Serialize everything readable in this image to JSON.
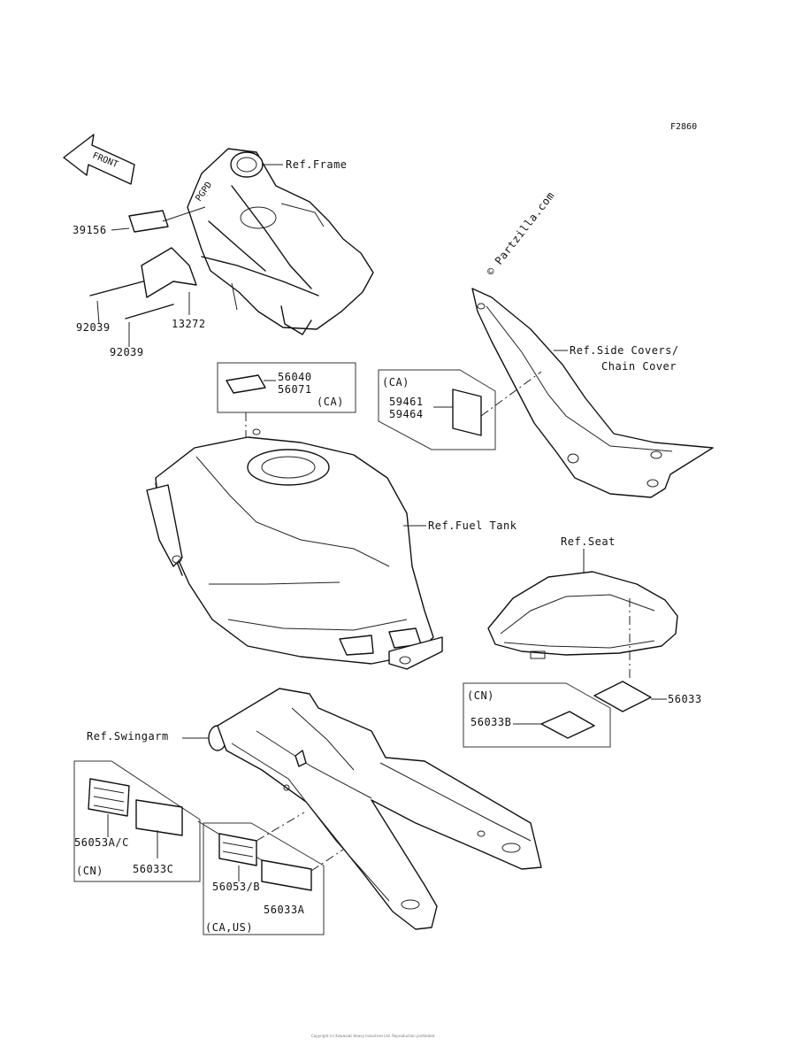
{
  "figure_code": "F2860",
  "watermark": "© Partzilla.com",
  "front_arrow": "FRONT",
  "frame_tag": "PGPD",
  "labels": {
    "ref_frame": "Ref.Frame",
    "part_39156": "39156",
    "part_92039_a": "92039",
    "part_92039_b": "92039",
    "part_13272": "13272",
    "part_56040": "56040",
    "part_56071": "56071",
    "ca_1": "(CA)",
    "ca_2": "(CA)",
    "part_59461": "59461",
    "part_59464": "59464",
    "ref_side_covers": "Ref.Side Covers/",
    "chain_cover": "Chain Cover",
    "ref_fuel_tank": "Ref.Fuel Tank",
    "ref_seat": "Ref.Seat",
    "cn_1": "(CN)",
    "part_56033": "56033",
    "part_56033b": "56033B",
    "ref_swingarm": "Ref.Swingarm",
    "part_56053ac": "56053A/C",
    "part_56033c": "56033C",
    "cn_2": "(CN)",
    "part_56053b": "56053/B",
    "part_56033a": "56033A",
    "ca_us": "(CA,US)"
  },
  "footer": "Copyright (c) Kawasaki Heavy Industries Ltd. Reproduction prohibited."
}
